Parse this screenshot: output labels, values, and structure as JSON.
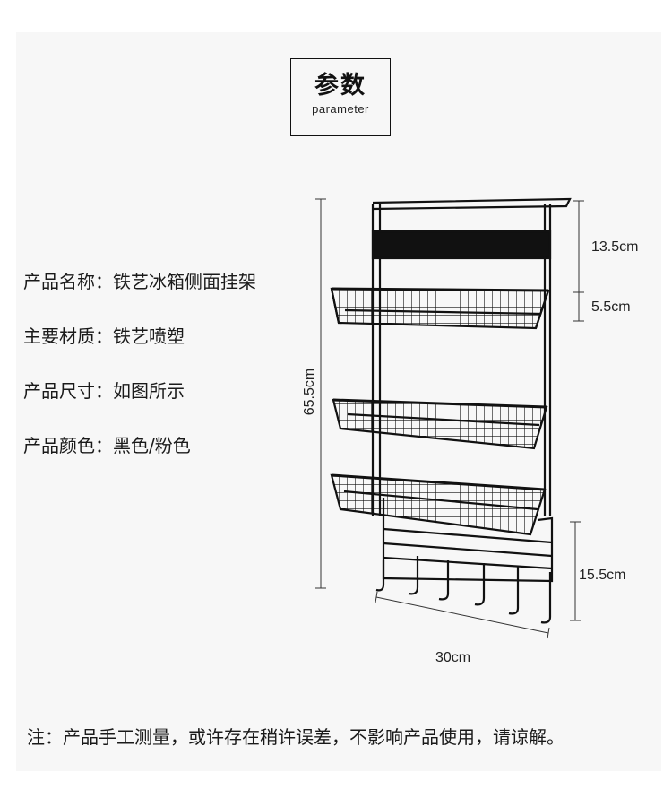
{
  "header": {
    "title": "参数",
    "subtitle": "parameter"
  },
  "specs": [
    {
      "label": "产品名称：",
      "value": "铁艺冰箱侧面挂架"
    },
    {
      "label": "主要材质：",
      "value": "铁艺喷塑"
    },
    {
      "label": "产品尺寸：",
      "value": "如图所示"
    },
    {
      "label": "产品颜色：",
      "value": "黑色/粉色"
    }
  ],
  "dimensions": {
    "height_total": "65.5cm",
    "top_gap": "13.5cm",
    "basket_depth": "5.5cm",
    "hook_section": "15.5cm",
    "width": "30cm"
  },
  "note": "注：产品手工测量，或许存在稍许误差，不影响产品使用，请谅解。",
  "colors": {
    "line": "#111111",
    "background": "#f7f7f7"
  }
}
